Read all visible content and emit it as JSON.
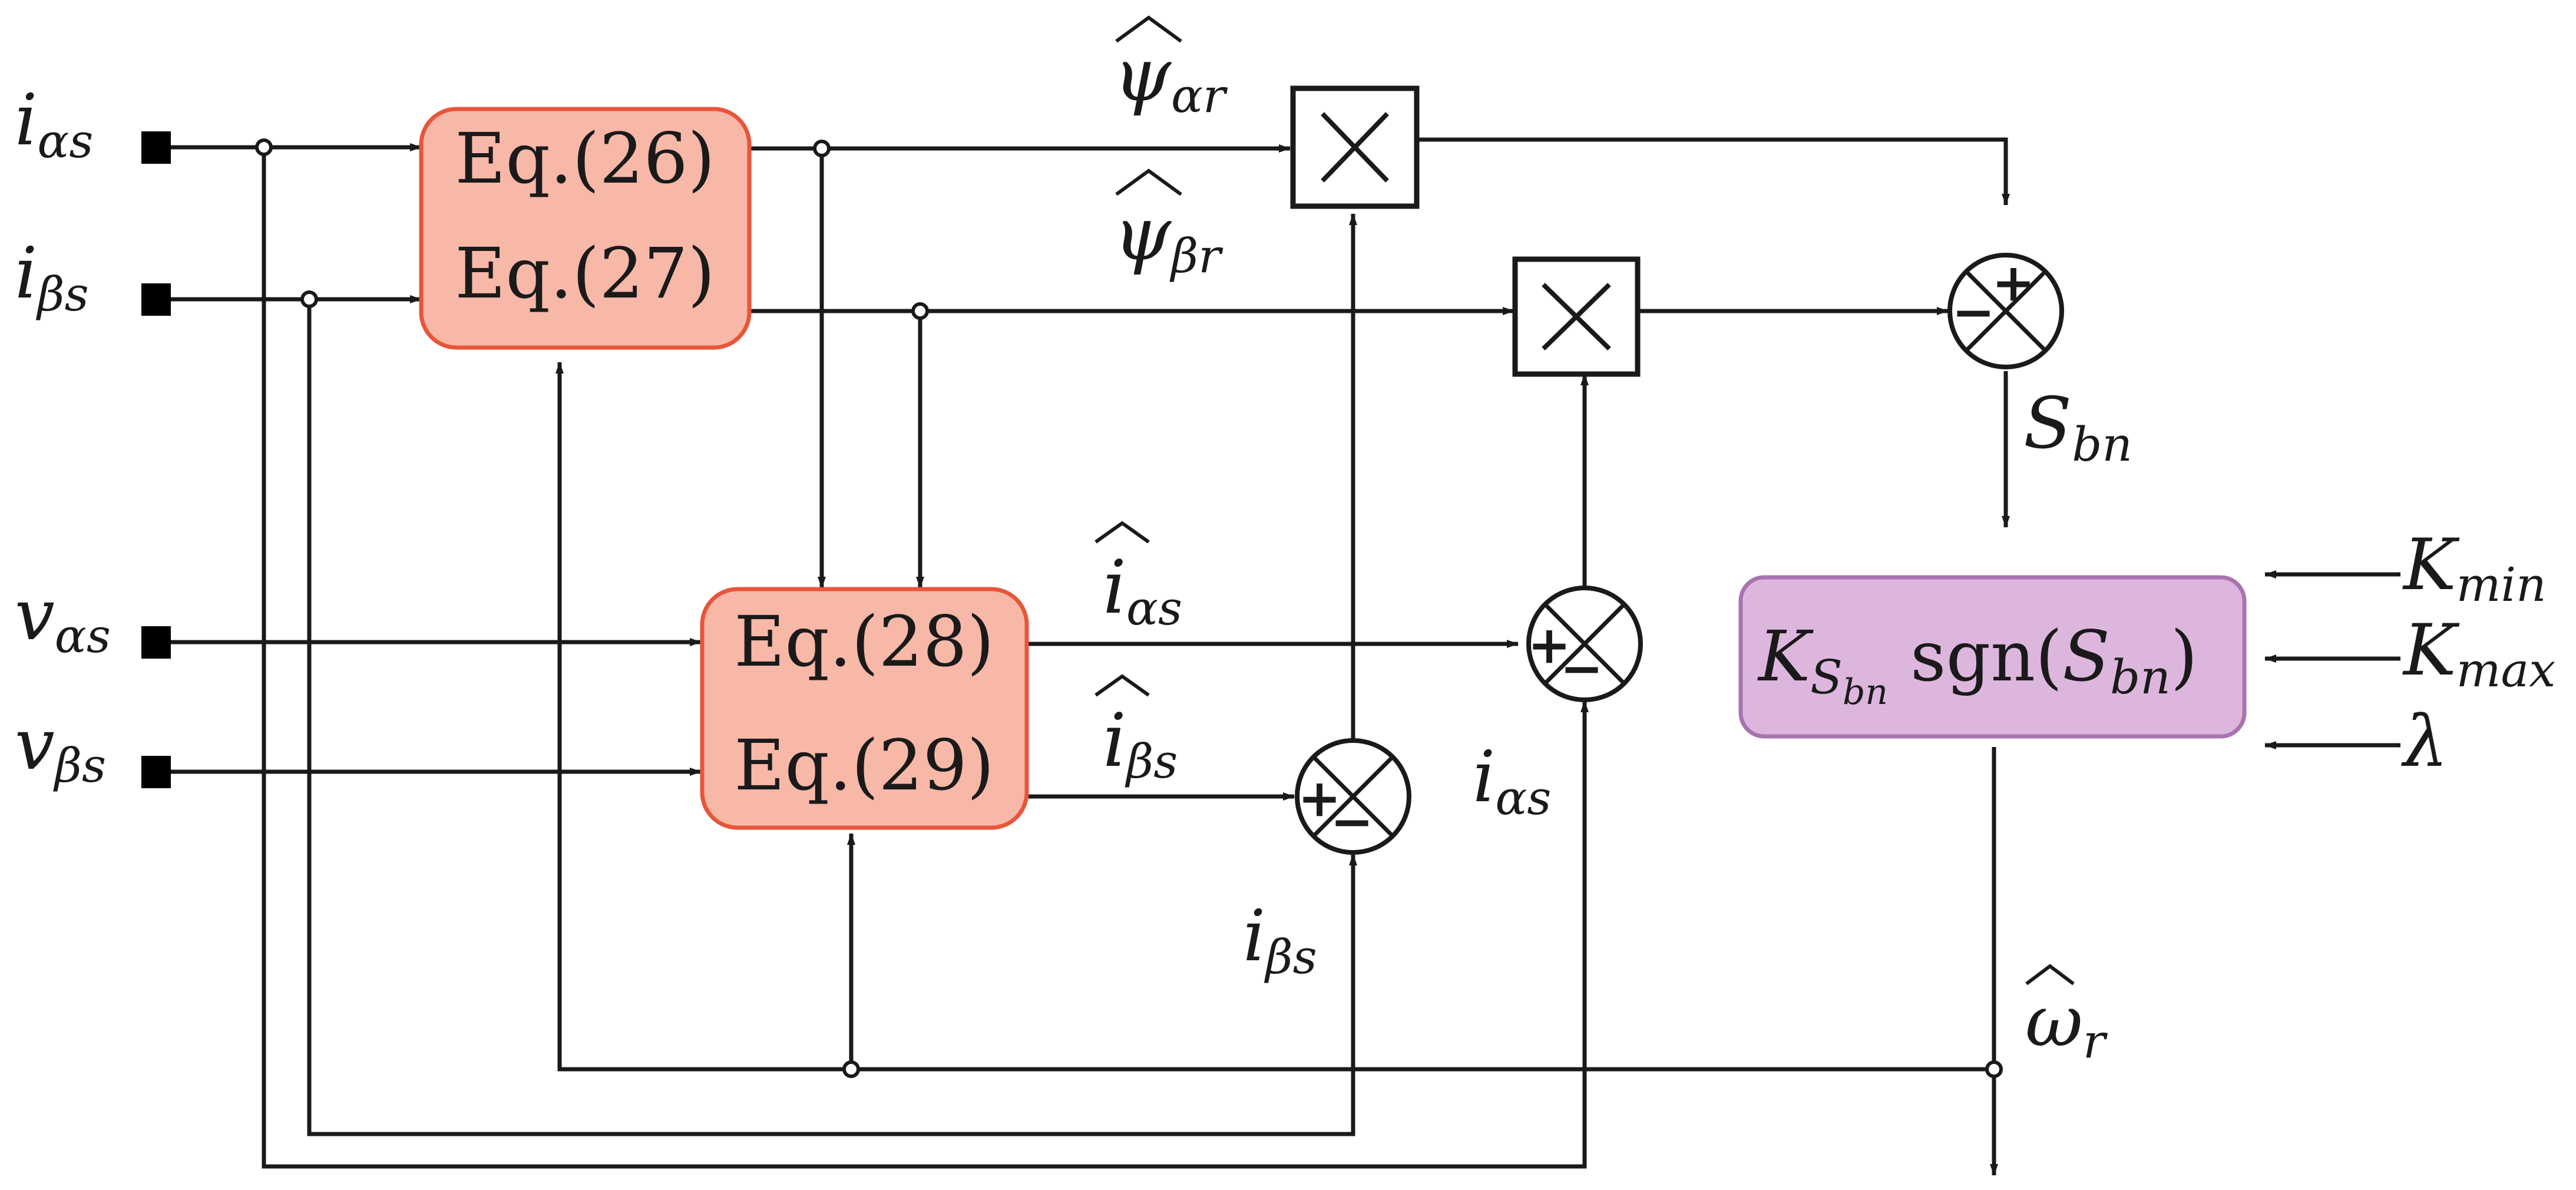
{
  "inputs": {
    "i_alpha_s": "i",
    "i_alpha_s_sub": "αs",
    "i_beta_s": "i",
    "i_beta_s_sub": "βs",
    "v_alpha_s": "v",
    "v_alpha_s_sub": "αs",
    "v_beta_s": "v",
    "v_beta_s_sub": "βs"
  },
  "blocks": {
    "flux_estimator": {
      "line1": "Eq.(26)",
      "line2": "Eq.(27)",
      "fill": "#f7b8a8",
      "stroke": "#e8553a"
    },
    "current_estimator": {
      "line1": "Eq.(28)",
      "line2": "Eq.(29)",
      "fill": "#f7b8a8",
      "stroke": "#e8553a"
    },
    "smc": {
      "K": "K",
      "K_sub": "S",
      "K_subsub": "bn",
      "sgn": "sgn(",
      "S": "S",
      "S_sub": "bn",
      "close": ")",
      "fill": "#ddb6de",
      "stroke": "#a774b0"
    }
  },
  "signals": {
    "psi_alpha_r": {
      "sym": "ψ",
      "sub": "αr"
    },
    "psi_beta_r": {
      "sym": "ψ",
      "sub": "βr"
    },
    "i_hat_alpha_s": {
      "sym": "i",
      "sub": "αs"
    },
    "i_hat_beta_s": {
      "sym": "i",
      "sub": "βs"
    },
    "i_alpha_s_meas": {
      "sym": "i",
      "sub": "αs"
    },
    "i_beta_s_meas": {
      "sym": "i",
      "sub": "βs"
    },
    "s_bn": {
      "sym": "S",
      "sub": "bn"
    },
    "omega_r": {
      "sym": "ω",
      "sub": "r"
    }
  },
  "params": {
    "k_min": {
      "sym": "K",
      "sub": "min"
    },
    "k_max": {
      "sym": "K",
      "sub": "max"
    },
    "lambda": {
      "sym": "λ"
    }
  },
  "operators": {
    "multiplier_symbol": "×",
    "plus": "+",
    "minus": "−"
  }
}
